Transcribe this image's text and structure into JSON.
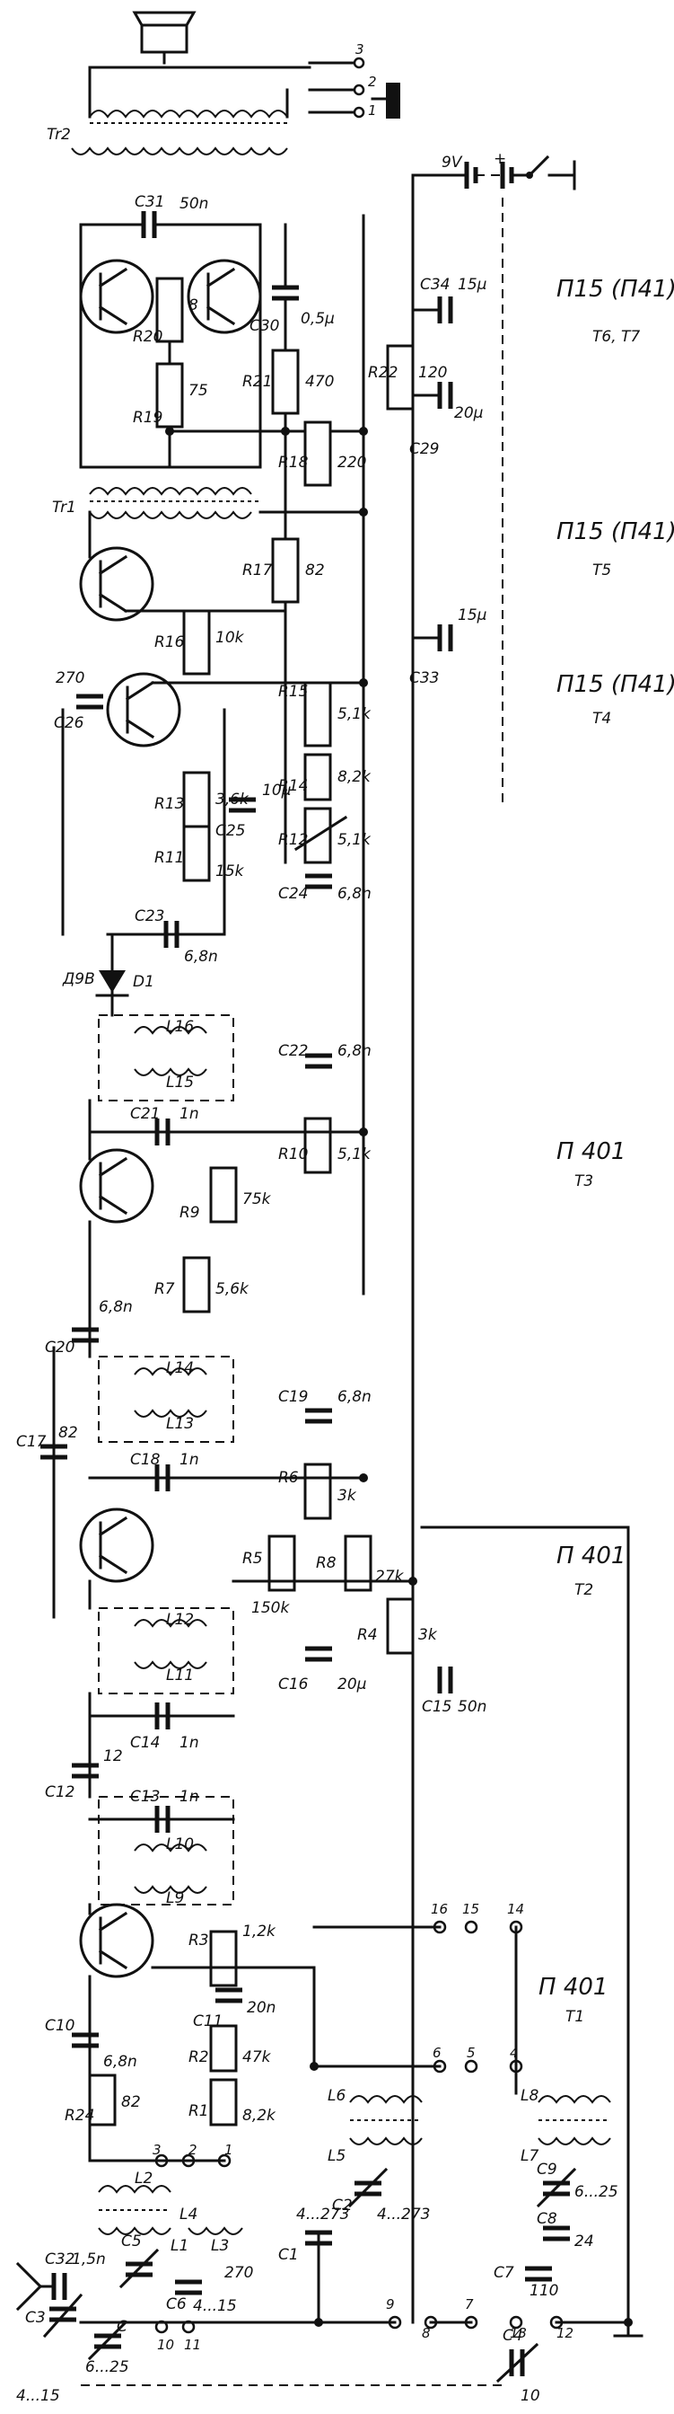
{
  "supply": {
    "voltage": "9V"
  },
  "transistors": [
    {
      "type": "П15 (П41)",
      "refs": "T6, T7"
    },
    {
      "type": "П15 (П41)",
      "refs": "T5"
    },
    {
      "type": "П15 (П41)",
      "refs": "T4"
    },
    {
      "type": "П 401",
      "refs": "T3"
    },
    {
      "type": "П 401",
      "refs": "T2"
    },
    {
      "type": "П 401",
      "refs": "T1"
    }
  ],
  "transformers": [
    "Tr2",
    "Tr1"
  ],
  "jack_pins": [
    "3",
    "2",
    "1"
  ],
  "diode": {
    "ref": "D1",
    "type": "Д9В"
  },
  "resistors": [
    {
      "ref": "R20",
      "value": "8"
    },
    {
      "ref": "R19",
      "value": "75"
    },
    {
      "ref": "R21",
      "value": "470"
    },
    {
      "ref": "R22",
      "value": "120"
    },
    {
      "ref": "R18",
      "value": "220"
    },
    {
      "ref": "R17",
      "value": "82"
    },
    {
      "ref": "R16",
      "value": "10k"
    },
    {
      "ref": "R15",
      "value": "5,1k"
    },
    {
      "ref": "R14",
      "value": "8,2k"
    },
    {
      "ref": "R13",
      "value": "3,6k"
    },
    {
      "ref": "R12",
      "value": "5,1k"
    },
    {
      "ref": "R11",
      "value": "15k"
    },
    {
      "ref": "R10",
      "value": "5,1k"
    },
    {
      "ref": "R9",
      "value": "75k"
    },
    {
      "ref": "R7",
      "value": "5,6k"
    },
    {
      "ref": "R6",
      "value": "3k"
    },
    {
      "ref": "R5",
      "value": "150k"
    },
    {
      "ref": "R8",
      "value": "27k"
    },
    {
      "ref": "R4",
      "value": "3k"
    },
    {
      "ref": "R3",
      "value": "1,2k"
    },
    {
      "ref": "R2",
      "value": "47k"
    },
    {
      "ref": "R1",
      "value": "8,2k"
    },
    {
      "ref": "R24",
      "value": "82"
    }
  ],
  "capacitors": [
    {
      "ref": "C31",
      "value": "50n"
    },
    {
      "ref": "C30",
      "value": "0,5μ"
    },
    {
      "ref": "C34",
      "value": "15μ"
    },
    {
      "ref": "C29",
      "value": "20μ"
    },
    {
      "ref": "C33",
      "value": "15μ"
    },
    {
      "ref": "C26",
      "value": "270"
    },
    {
      "ref": "C25",
      "value": "10μ"
    },
    {
      "ref": "C24",
      "value": "6,8n"
    },
    {
      "ref": "C23",
      "value": "6,8n"
    },
    {
      "ref": "C22",
      "value": "6,8n"
    },
    {
      "ref": "C21",
      "value": "1n"
    },
    {
      "ref": "C20",
      "value": "6,8n"
    },
    {
      "ref": "C19",
      "value": "6,8n"
    },
    {
      "ref": "C18",
      "value": "1n"
    },
    {
      "ref": "C17",
      "value": "82"
    },
    {
      "ref": "C16",
      "value": "20μ"
    },
    {
      "ref": "C15",
      "value": "50n"
    },
    {
      "ref": "C14",
      "value": "1n"
    },
    {
      "ref": "C13",
      "value": "1n"
    },
    {
      "ref": "C12",
      "value": "12"
    },
    {
      "ref": "C11",
      "value": "20n"
    },
    {
      "ref": "C10",
      "value": "6,8n"
    },
    {
      "ref": "C9",
      "value": "6...25"
    },
    {
      "ref": "C8",
      "value": "24"
    },
    {
      "ref": "C7",
      "value": "110"
    },
    {
      "ref": "C6",
      "value": "4...15"
    },
    {
      "ref": "C5",
      "value": "270"
    },
    {
      "ref": "C4",
      "value": "10"
    },
    {
      "ref": "C3",
      "value": "4...15"
    },
    {
      "ref": "C2",
      "value": "4...273"
    },
    {
      "ref": "C1",
      "value": "4...273"
    },
    {
      "ref": "C32",
      "value": "1,5n"
    },
    {
      "ref": "C",
      "value": "6...25"
    }
  ],
  "inductors": [
    "L1",
    "L2",
    "L3",
    "L4",
    "L5",
    "L6",
    "L7",
    "L8",
    "L9",
    "L10",
    "L11",
    "L12",
    "L13",
    "L14",
    "L15",
    "L16"
  ],
  "switch_contacts": [
    "1",
    "2",
    "3",
    "4",
    "5",
    "6",
    "7",
    "8",
    "9",
    "10",
    "11",
    "12",
    "13",
    "14",
    "15",
    "16"
  ]
}
